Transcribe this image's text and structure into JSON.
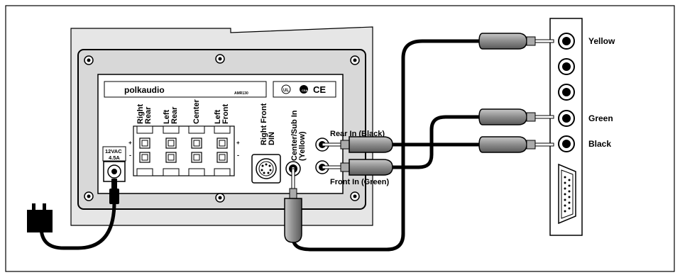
{
  "panel": {
    "brand": "polkaudio",
    "model": "AMR130",
    "cert_marks": [
      "UL",
      "CSA",
      "CE"
    ],
    "power_label_line1": "12VAC",
    "power_label_line2": "4.5A",
    "plus": "+",
    "minus": "-"
  },
  "speaker_terminals": [
    {
      "line1": "Right",
      "line2": "Rear"
    },
    {
      "line1": "Left",
      "line2": "Rear"
    },
    {
      "line1": "Center",
      "line2": ""
    },
    {
      "line1": "Left",
      "line2": "Front"
    }
  ],
  "din": {
    "line1": "Right Front",
    "line2": "DIN"
  },
  "center_sub": {
    "line1": "Center/Sub In",
    "line2": "(Yellow)"
  },
  "inputs": {
    "rear": "Rear In (Black)",
    "front": "Front In (Green)"
  },
  "soundcard_jacks": [
    "Yellow",
    "Green",
    "Black"
  ],
  "colors": {
    "panel_fill": "#e6e6e6",
    "line": "#000000",
    "plug_fill": "#9a9a9a",
    "background": "#ffffff"
  }
}
